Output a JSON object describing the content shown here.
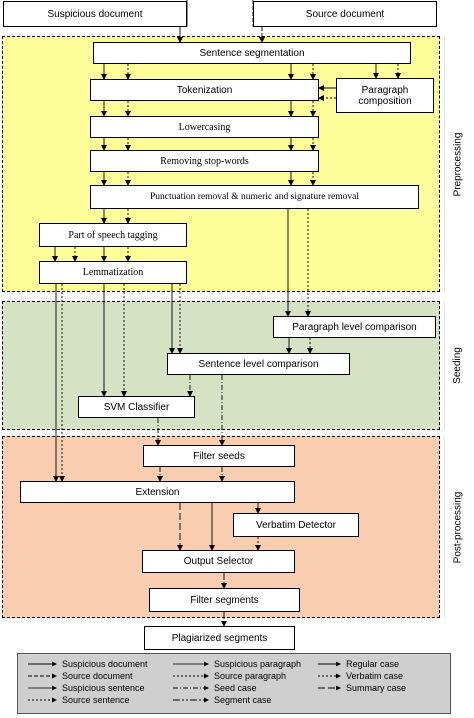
{
  "inputs": {
    "suspicious_document": "Suspicious document",
    "source_document": "Source document"
  },
  "stages": {
    "preprocessing": "Preprocessing",
    "seeding": "Seeding",
    "post_processing": "Post-processing"
  },
  "boxes": {
    "sentence_segmentation": "Sentence segmentation",
    "tokenization": "Tokenization",
    "paragraph_composition": "Paragraph composition",
    "lowercasing": "Lowercasing",
    "removing_stop_words": "Removing stop-words",
    "punctuation_removal": "Punctuation removal & numeric and signature removal",
    "pos_tagging": "Part of speech tagging",
    "lemmatization": "Lemmatization",
    "paragraph_level_comparison": "Paragraph level comparison",
    "sentence_level_comparison": "Sentence level comparison",
    "svm_classifier": "SVM Classifier",
    "filter_seeds": "Filter seeds",
    "extension": "Extension",
    "verbatim_detector": "Verbatim Detector",
    "output_selector": "Output Selector",
    "filter_segments": "Filter segments",
    "plagiarized_segments": "Plagiarized segments"
  },
  "legend": [
    {
      "label": "Suspicious document",
      "line": "suspicious-document"
    },
    {
      "label": "Source document",
      "line": "source-document"
    },
    {
      "label": "Suspicious sentence",
      "line": "suspicious-sentence"
    },
    {
      "label": "Source sentence",
      "line": "source-sentence"
    },
    {
      "label": "Suspicious paragraph",
      "line": "suspicious-paragraph"
    },
    {
      "label": "Source paragraph",
      "line": "source-paragraph"
    },
    {
      "label": "Seed case",
      "line": "seed-case"
    },
    {
      "label": "Segment case",
      "line": "segment-case"
    },
    {
      "label": "Regular case",
      "line": "regular-case"
    },
    {
      "label": "Verbatim case",
      "line": "verbatim-case"
    },
    {
      "label": "Summary case",
      "line": "summary-case"
    }
  ],
  "colors": {
    "preprocessing_bg": "#fdfd99",
    "seeding_bg": "#d5e3c4",
    "post_processing_bg": "#f9cdb0",
    "legend_bg": "#cfcfcf",
    "line": "#000000"
  }
}
